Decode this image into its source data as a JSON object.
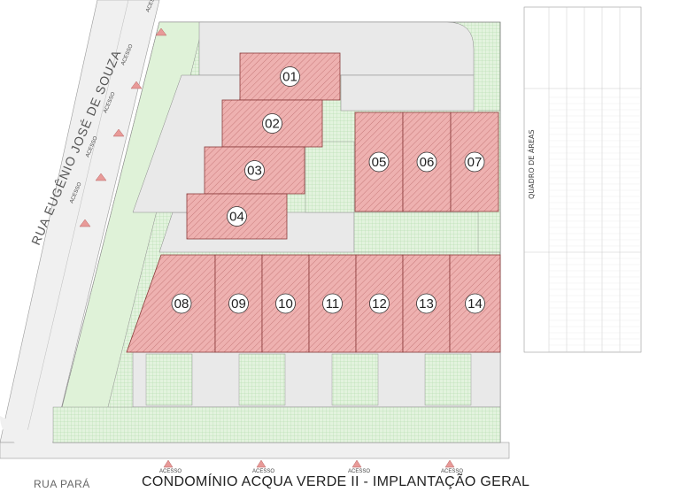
{
  "title": "CONDOMÍNIO ACQUA VERDE II - IMPLANTAÇÃO GERAL",
  "streets": {
    "left": "RUA EUGÊNIO JOSÉ DE SOUZA",
    "bottom": "RUA PARÁ"
  },
  "access_label": "ACESSO",
  "lots": [
    {
      "id": "lot-01",
      "label": "01"
    },
    {
      "id": "lot-02",
      "label": "02"
    },
    {
      "id": "lot-03",
      "label": "03"
    },
    {
      "id": "lot-04",
      "label": "04"
    },
    {
      "id": "lot-05",
      "label": "05"
    },
    {
      "id": "lot-06",
      "label": "06"
    },
    {
      "id": "lot-07",
      "label": "07"
    },
    {
      "id": "lot-08",
      "label": "08"
    },
    {
      "id": "lot-09",
      "label": "09"
    },
    {
      "id": "lot-10",
      "label": "10"
    },
    {
      "id": "lot-11",
      "label": "11"
    },
    {
      "id": "lot-12",
      "label": "12"
    },
    {
      "id": "lot-13",
      "label": "13"
    },
    {
      "id": "lot-14",
      "label": "14"
    }
  ],
  "areas_table": {
    "title": "QUADRO DE ÁREAS"
  },
  "colors": {
    "lot_fill": "#e8a9a8",
    "lot_stroke": "#8a3b3b",
    "green_area": "#dff2d8",
    "green_hatch": "#9fd19a",
    "paving": "#e9e9e9",
    "street": "#eeeeee"
  }
}
